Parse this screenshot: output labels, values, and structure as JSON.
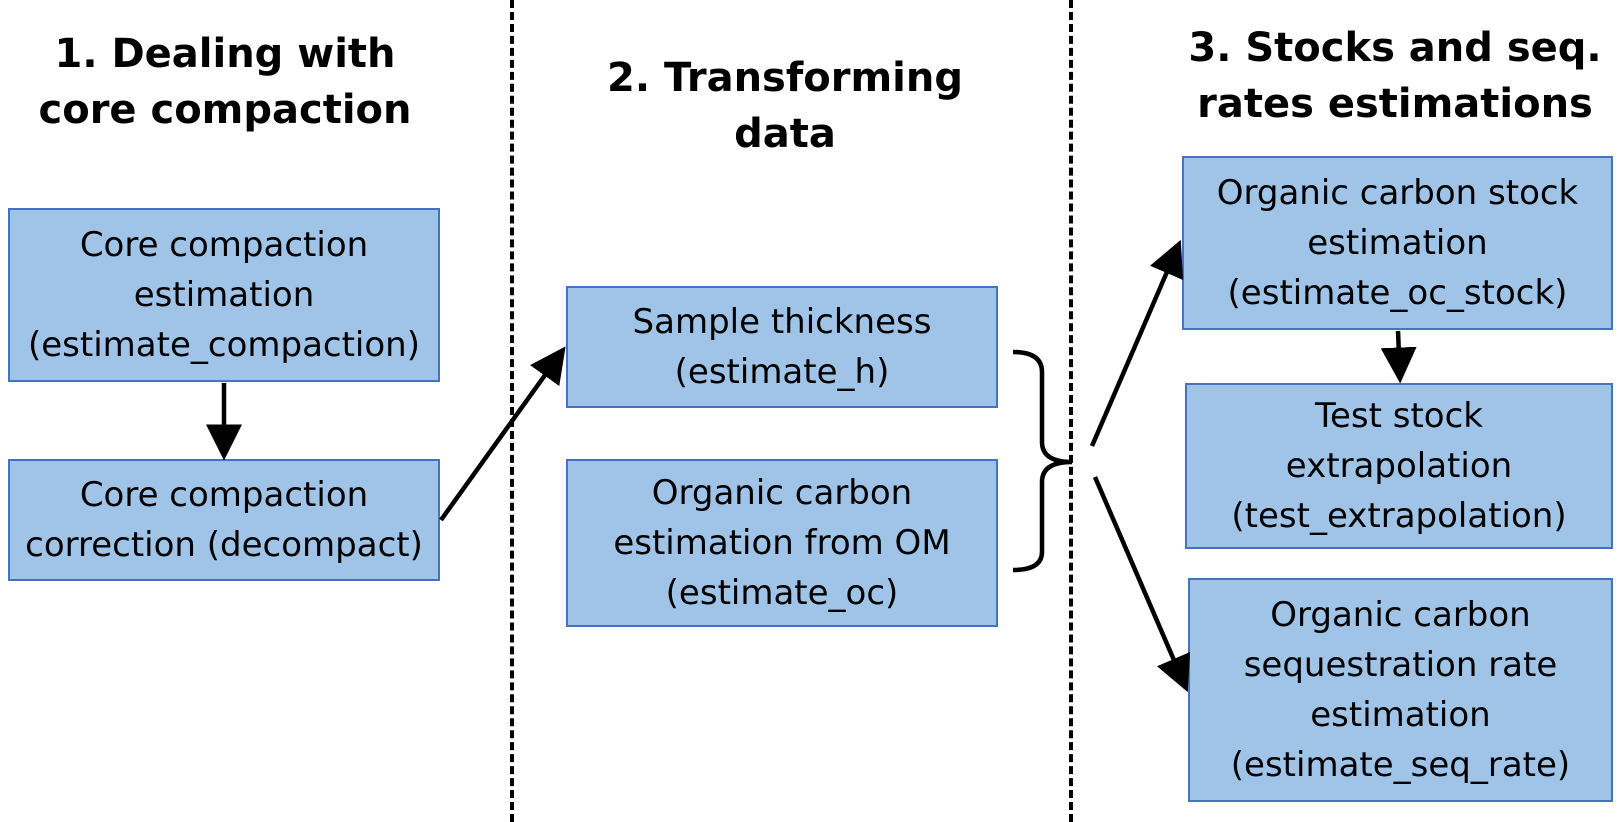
{
  "sections": [
    {
      "title_line1": "1. Dealing with",
      "title_line2": "core compaction"
    },
    {
      "title_line1": "2. Transforming",
      "title_line2": "data"
    },
    {
      "title_line1": "3. Stocks and seq.",
      "title_line2": "rates estimations"
    }
  ],
  "boxes": {
    "compaction_estimation": [
      "Core compaction",
      "estimation",
      "(estimate_compaction)"
    ],
    "compaction_correction": [
      "Core compaction",
      "correction (decompact)"
    ],
    "sample_thickness": [
      "Sample thickness",
      "(estimate_h)"
    ],
    "oc_from_om": [
      "Organic carbon",
      "estimation from OM",
      "(estimate_oc)"
    ],
    "oc_stock": [
      "Organic carbon stock",
      "estimation",
      "(estimate_oc_stock)"
    ],
    "test_extrapolation": [
      "Test stock",
      "extrapolation",
      "(test_extrapolation)"
    ],
    "seq_rate": [
      "Organic carbon",
      "sequestration rate",
      "estimation",
      "(estimate_seq_rate)"
    ]
  },
  "colors": {
    "box_fill": "#9fc4e7",
    "box_border": "#4472c4",
    "line": "#000000"
  }
}
